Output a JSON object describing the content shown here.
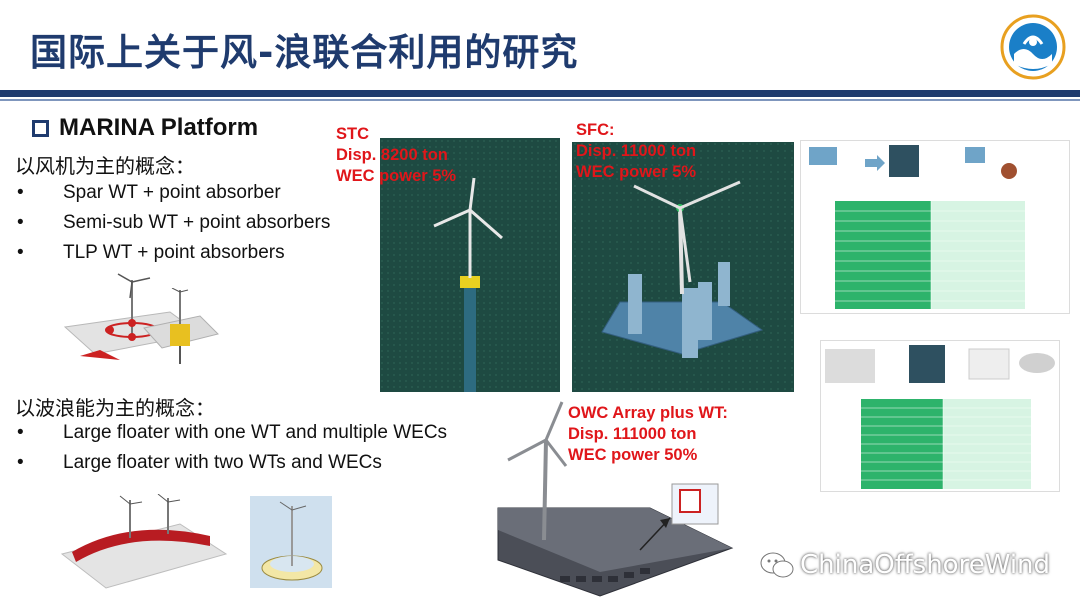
{
  "title": "国际上关于风-浪联合利用的研究",
  "section_heading": "MARINA Platform",
  "wind_group": {
    "heading": "以风机为主的概念：",
    "items": [
      "Spar WT + point absorber",
      "Semi-sub WT + point absorbers",
      "TLP WT + point absorbers"
    ]
  },
  "wave_group": {
    "heading": "以波浪能为主的概念：",
    "items": [
      "Large floater with one WT and multiple WECs",
      "Large floater with two WTs and WECs"
    ]
  },
  "stc": {
    "line1": "STC",
    "line2": "Disp. 8200 ton",
    "line3": "WEC power 5%"
  },
  "sfc": {
    "line1": "SFC:",
    "line2": "Disp. 11000 ton",
    "line3": "WEC power 5%"
  },
  "owc": {
    "line1": "OWC Array plus WT:",
    "line2": "Disp. 111000 ton",
    "line3": "WEC power 50%"
  },
  "watermark": "ChinaOffshoreWind",
  "colors": {
    "title": "#1f3b6e",
    "label_red": "#e0161a",
    "sea": "#1e4a42",
    "table_green": "#2db36b"
  },
  "icons": [
    "logo-icon",
    "checkbox-icon",
    "wechat-icon"
  ]
}
